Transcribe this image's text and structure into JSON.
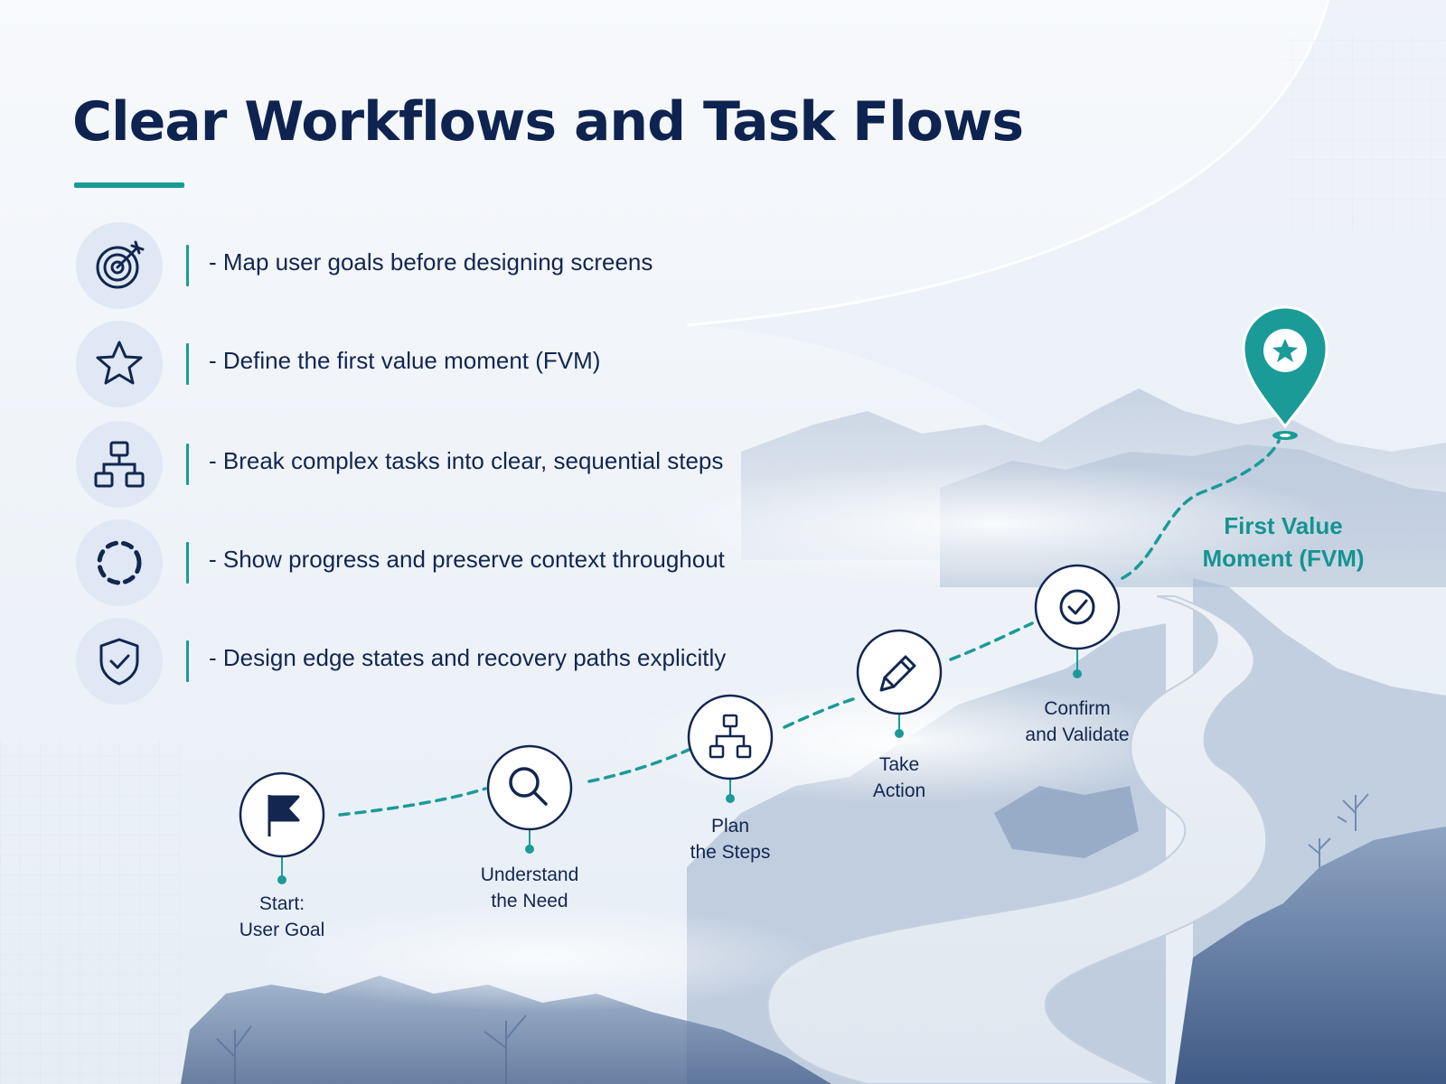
{
  "title": "Clear Workflows and Task Flows",
  "colors": {
    "navy": "#0e2350",
    "teal": "#1a9b97",
    "icon_bg": "#dfe8f4"
  },
  "bullets": [
    {
      "icon": "target-icon",
      "text": "- Map user goals before designing screens"
    },
    {
      "icon": "star-icon",
      "text": "- Define the first value moment (FVM)"
    },
    {
      "icon": "hierarchy-icon",
      "text": "- Break complex tasks into clear, sequential steps"
    },
    {
      "icon": "dashed-circle-icon",
      "text": "- Show progress and preserve context throughout"
    },
    {
      "icon": "shield-check-icon",
      "text": "- Design edge states and recovery paths explicitly"
    }
  ],
  "steps": [
    {
      "icon": "flag-icon",
      "label": [
        "Start:",
        "User Goal"
      ]
    },
    {
      "icon": "magnifier-icon",
      "label": [
        "Understand",
        "the Need"
      ]
    },
    {
      "icon": "hierarchy-icon",
      "label": [
        "Plan",
        "the Steps"
      ]
    },
    {
      "icon": "pencil-icon",
      "label": [
        "Take",
        "Action"
      ]
    },
    {
      "icon": "check-circle-icon",
      "label": [
        "Confirm",
        "and Validate"
      ]
    }
  ],
  "goal": {
    "icon": "map-pin-star-icon",
    "label": [
      "First Value",
      "Moment (FVM)"
    ]
  }
}
